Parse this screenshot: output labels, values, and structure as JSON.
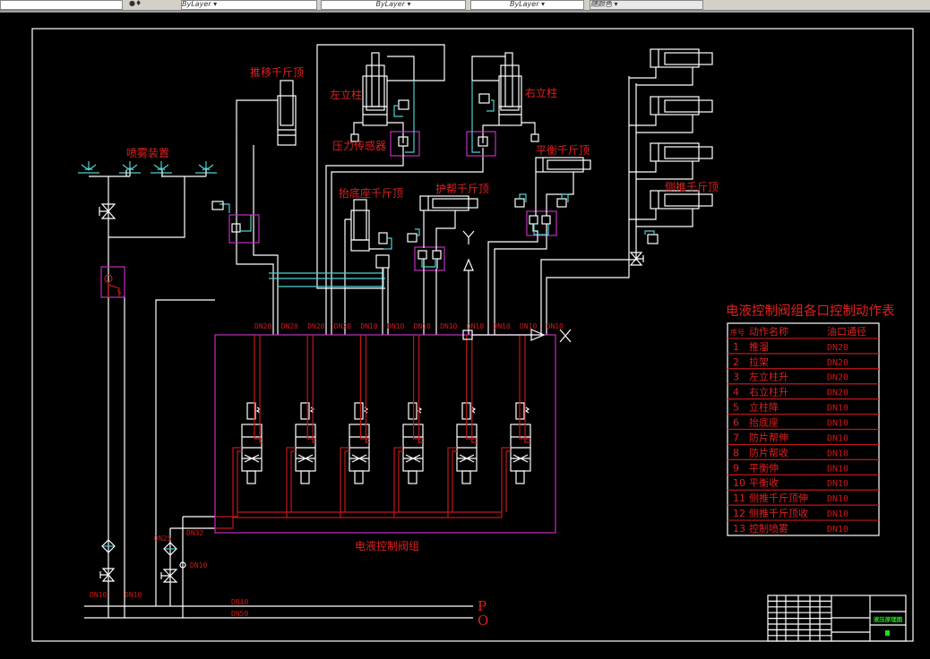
{
  "toolbar": {
    "layer_dropdown": "ByLayer",
    "color_dropdown": "ByLayer",
    "linetype_dropdown": "ByLayer",
    "lineweight_dropdown": "随颜色"
  },
  "drawing": {
    "labels": {
      "push_jack": "推移千斤顶",
      "spray_device": "喷雾装置",
      "left_column": "左立柱",
      "right_column": "右立柱",
      "pressure_sensor": "压力传感器",
      "balance_jack": "平衡千斤顶",
      "side_push_jack": "侧推千斤顶",
      "base_lift_jack": "抬底座千斤顶",
      "side_guard_jack": "护帮千斤顶",
      "valve_group": "电液控制阀组",
      "pressure_line": "P",
      "return_line": "O"
    },
    "port_sizes": [
      "DN20",
      "DN20",
      "DN20",
      "DN20",
      "DN10",
      "DN10",
      "DN10",
      "DN10",
      "DN10",
      "DN10",
      "DN10",
      "DN10"
    ],
    "pipe_labels": {
      "p_main": "DN40",
      "o_main": "DN50",
      "spray_left": "DN10",
      "spray_right": "DN10",
      "filter": "DN25",
      "supply": "DN32",
      "check_valve": "DN10"
    }
  },
  "table": {
    "title": "电液控制阀组各口控制动作表",
    "headers": [
      "序号",
      "动作名称",
      "油口通径"
    ],
    "rows": [
      [
        "1",
        "推溜",
        "DN20"
      ],
      [
        "2",
        "拉架",
        "DN20"
      ],
      [
        "3",
        "左立柱升",
        "DN20"
      ],
      [
        "4",
        "右立柱升",
        "DN20"
      ],
      [
        "5",
        "立柱降",
        "DN10"
      ],
      [
        "6",
        "抬底座",
        "DN10"
      ],
      [
        "7",
        "防片帮伸",
        "DN10"
      ],
      [
        "8",
        "防片帮收",
        "DN10"
      ],
      [
        "9",
        "平衡伸",
        "DN10"
      ],
      [
        "10",
        "平衡收",
        "DN10"
      ],
      [
        "11",
        "侧推千斤顶伸",
        "DN10"
      ],
      [
        "12",
        "侧推千斤顶收",
        "DN10"
      ],
      [
        "13",
        "控制喷雾",
        "DN10"
      ]
    ]
  },
  "title_block": {
    "drawing_name": "液压原理图"
  },
  "colors": {
    "background": "#000000",
    "line": "#ffffff",
    "text": "#e02020",
    "pilot_line": "#4fd0d0",
    "valve_group_border": "#c030c0",
    "title_highlight": "#1ee01e"
  }
}
